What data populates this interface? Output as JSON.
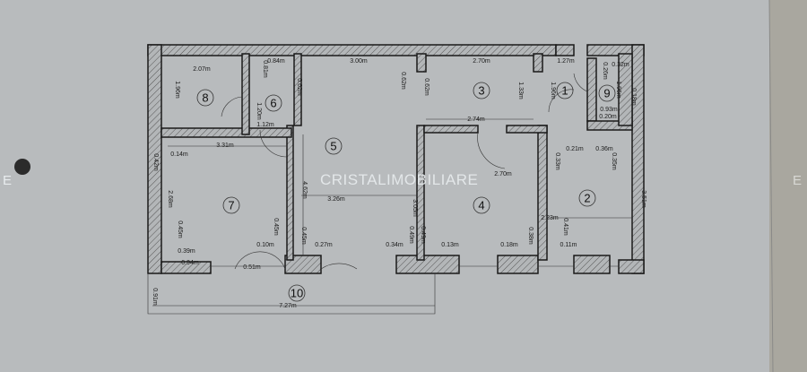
{
  "watermark": "CRISTALIMOBILIARE",
  "edge_letter_left": "E",
  "edge_letter_right": "E",
  "colors": {
    "paper": "#b8bbbd",
    "wall": "#1a1a1a",
    "hatch": "#555555",
    "watermark": "#e8ecee"
  },
  "rooms": [
    "1",
    "2",
    "3",
    "4",
    "5",
    "6",
    "7",
    "8",
    "9",
    "10"
  ],
  "dimensions": [
    "2.07m",
    "1.96m",
    "0.84m",
    "0.81m",
    "3.00m",
    "0.62m",
    "0.62m",
    "0.62m",
    "2.70m",
    "1.27m",
    "0.26m",
    "0.32m",
    "1.96m",
    "0.18m",
    "0.93m",
    "0.20m",
    "1.96m",
    "1.33m",
    "2.74m",
    "1.20m",
    "1.12m",
    "3.31m",
    "0.14m",
    "0.42m",
    "4.62m",
    "0.21m",
    "0.36m",
    "0.33m",
    "0.35m",
    "2.70m",
    "3.26m",
    "3.05m",
    "3.51m",
    "2.23m",
    "2.68m",
    "0.45m",
    "0.39m",
    "0.10m",
    "0.45m",
    "0.45m",
    "0.27m",
    "0.49m",
    "0.34m",
    "0.49m",
    "0.13m",
    "0.38m",
    "0.18m",
    "0.41m",
    "0.11m",
    "0.94m",
    "0.51m",
    "0.91m",
    "7.27m"
  ]
}
